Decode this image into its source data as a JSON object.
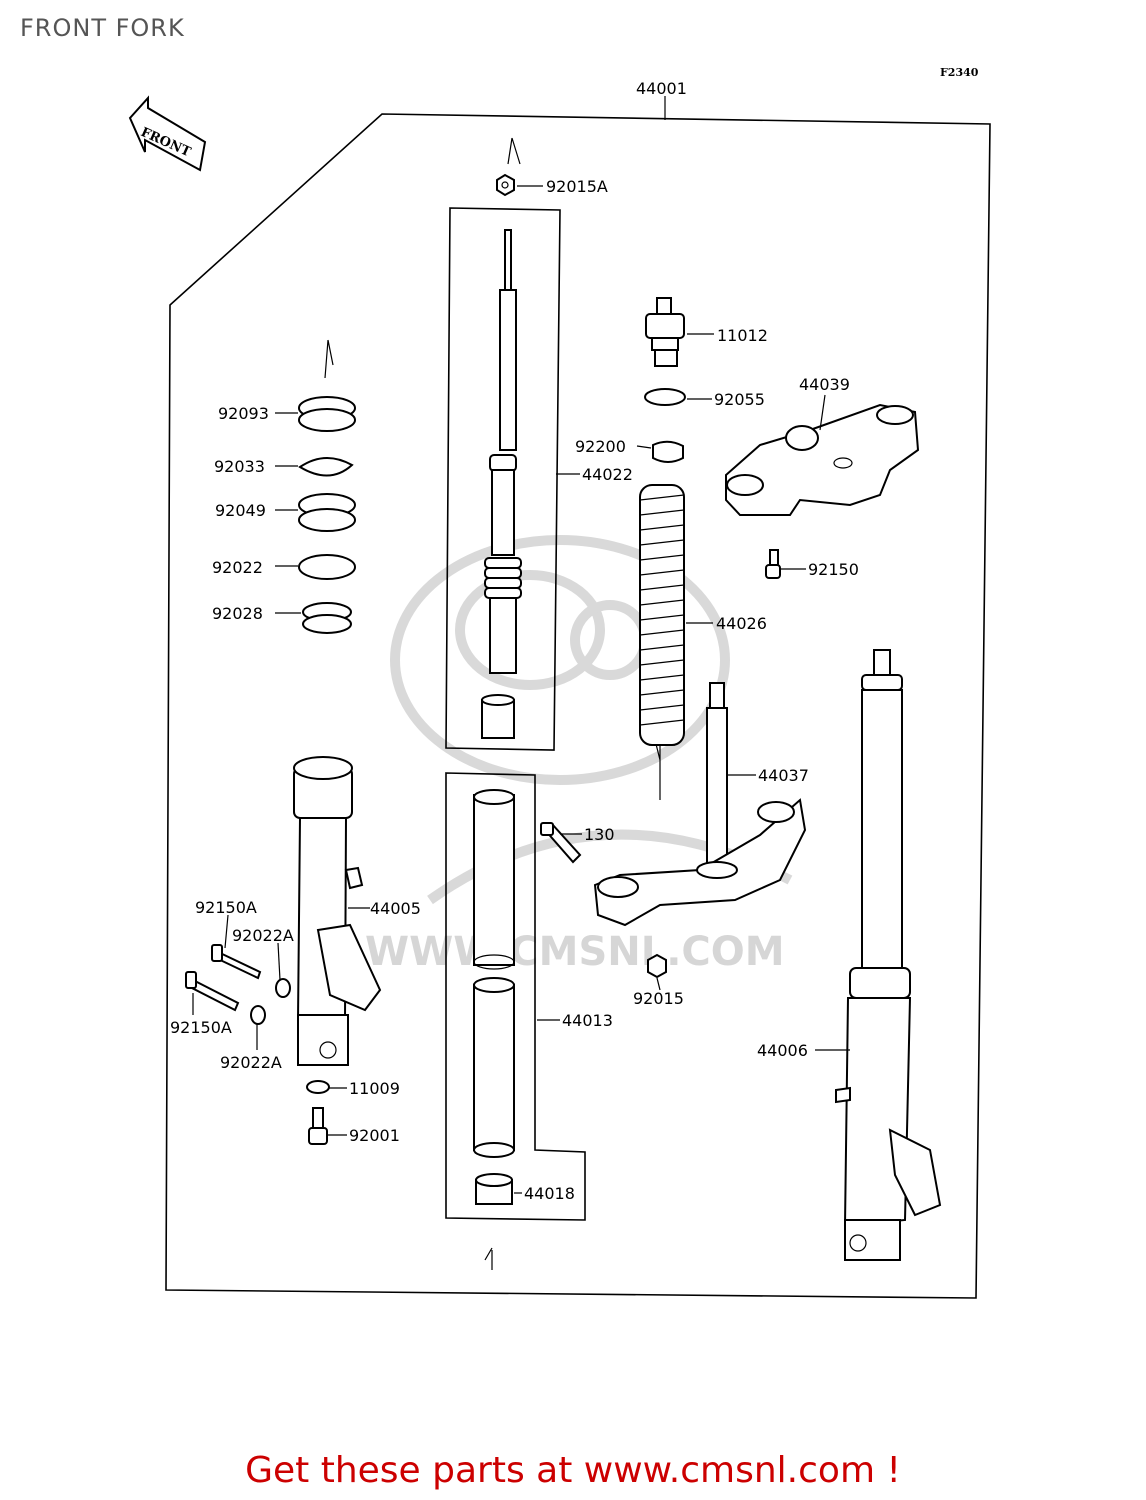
{
  "title": "FRONT FORK",
  "diagram_code": "F2340",
  "front_arrow_label": "FRONT",
  "watermark_text": "WWW.CMSNL.COM",
  "footer_text": "Get these parts at www.cmsnl.com !",
  "parts": {
    "p44001": "44001",
    "p92015A": "92015A",
    "p11012": "11012",
    "p92055": "92055",
    "p44039": "44039",
    "p92200": "92200",
    "p44022": "44022",
    "p92150": "92150",
    "p44026": "44026",
    "p44037": "44037",
    "p130": "130",
    "p92015": "92015",
    "p44013": "44013",
    "p44018": "44018",
    "p44006": "44006",
    "p92093": "92093",
    "p92033": "92033",
    "p92049": "92049",
    "p92022": "92022",
    "p92028": "92028",
    "p44005": "44005",
    "p92150A_top": "92150A",
    "p92022A_top": "92022A",
    "p92150A_bottom": "92150A",
    "p92022A_bottom": "92022A",
    "p11009": "11009",
    "p92001": "92001"
  }
}
